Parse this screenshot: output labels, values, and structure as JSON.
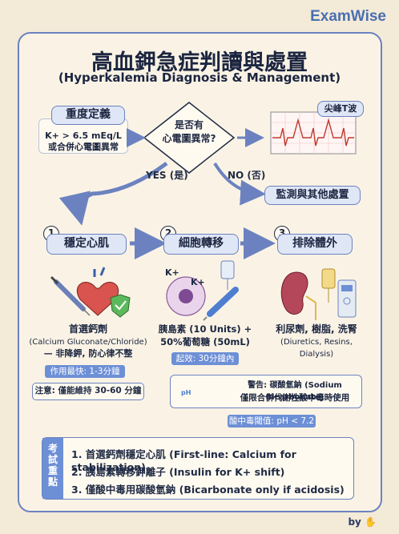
{
  "brand": "ExamWise",
  "title": "高血鉀急症判讀與處置",
  "subtitle": "(Hyperkalemia Diagnosis & Management)",
  "severe": {
    "heading": "重度定義",
    "line1": "K+ > 6.5 mEq/L",
    "line2": "或合併心電圖異常"
  },
  "decision": {
    "line1": "是否有",
    "line2": "心電圖異常?"
  },
  "ecg_label": "尖峰T波",
  "yes_label": "YES (是)",
  "no_label": "NO (否)",
  "monitor": "監測與其他處置",
  "steps": [
    {
      "num": "1",
      "title": "穩定心肌",
      "drug": "首選鈣劑",
      "detail": "(Calcium Gluconate/Chloride)",
      "detail2": "— 非降鉀, 防心律不整",
      "tag": "作用最快: 1-3分鐘",
      "note": "注意: 僅能維持 30-60 分鐘"
    },
    {
      "num": "2",
      "title": "細胞轉移",
      "drug": "胰島素 (10 Units) +",
      "drug2": "50%葡萄糖 (50mL)",
      "tag": "起效: 30分鐘內",
      "k_label1": "K+",
      "k_label2": "K+"
    },
    {
      "num": "3",
      "title": "排除體外",
      "drug": "利尿劑, 樹脂, 洗腎",
      "detail": "(Diuretics, Resins, Dialysis)"
    }
  ],
  "warning": {
    "line1": "警告: 碳酸氫鈉 (Sodium Bicarbonate)",
    "line2": "僅限合併代謝性酸中毒時使用",
    "tag": "酸中毒閾值: pH < 7.2",
    "icon_label": "pH"
  },
  "summary": {
    "side": [
      "考",
      "試",
      "重",
      "點"
    ],
    "items": [
      "1. 首選鈣劑穩定心肌 (First-line: Calcium for stabilization)",
      "2. 胰島素轉移鉀離子 (Insulin for K+ shift)",
      "3. 僅酸中毒用碳酸氫鈉 (Bicarbonate only if acidosis)"
    ]
  },
  "byline": "by",
  "colors": {
    "accent": "#6c82c0",
    "tag": "#6d8fd6",
    "background": "#f3ead8"
  }
}
